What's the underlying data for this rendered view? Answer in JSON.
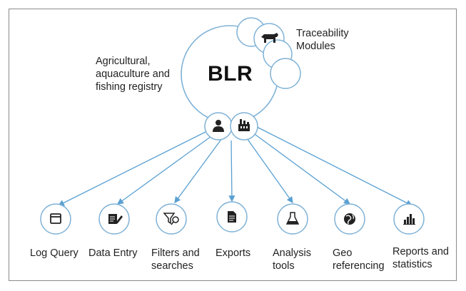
{
  "diagram": {
    "center_title": "BLR",
    "registry_label_lines": [
      "Agricultural,",
      "aquaculture and",
      "fishing registry"
    ],
    "traceability_label_lines": [
      "Traceability",
      "Modules"
    ],
    "hub_icons": [
      "user-icon",
      "factory-icon"
    ],
    "traceability_icon": "cow-icon",
    "modules": [
      {
        "label_lines": [
          "Log Query"
        ],
        "icon": "window-icon"
      },
      {
        "label_lines": [
          "Data Entry"
        ],
        "icon": "edit-icon"
      },
      {
        "label_lines": [
          "Filters and",
          "searches"
        ],
        "icon": "filter-search-icon"
      },
      {
        "label_lines": [
          "Exports"
        ],
        "icon": "document-export-icon"
      },
      {
        "label_lines": [
          "Analysis",
          "tools"
        ],
        "icon": "flask-icon"
      },
      {
        "label_lines": [
          "Geo",
          "referencing"
        ],
        "icon": "globe-icon"
      },
      {
        "label_lines": [
          "Reports and",
          "statistics"
        ],
        "icon": "bar-chart-icon"
      }
    ],
    "colors": {
      "circle_stroke": "#7fb2d6",
      "arrow": "#5aa0d2",
      "icon": "#222222",
      "frame": "#8a8a8a"
    }
  }
}
